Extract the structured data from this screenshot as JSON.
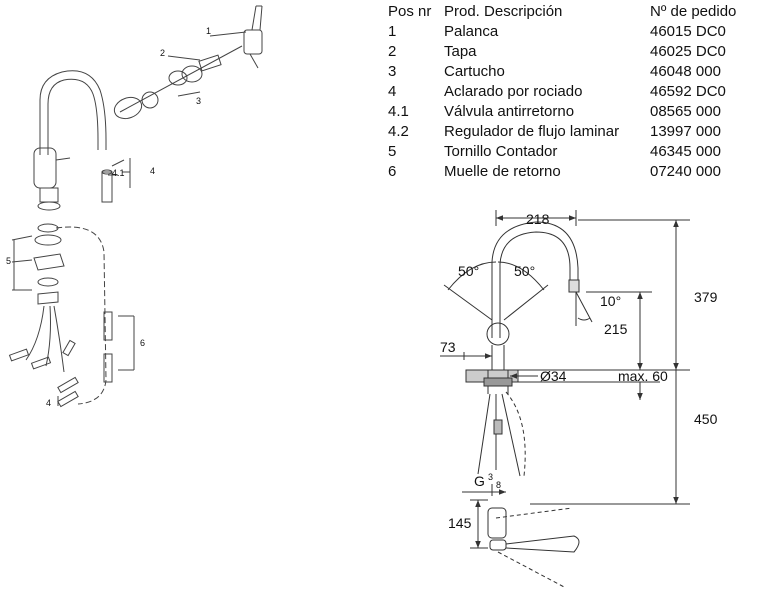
{
  "parts_table": {
    "headers": {
      "pos": "Pos nr",
      "desc": "Prod. Descripción",
      "num": "Nº de pedido"
    },
    "rows": [
      {
        "pos": "1",
        "desc": "Palanca",
        "num": "46015 DC0"
      },
      {
        "pos": "2",
        "desc": "Tapa",
        "num": "46025 DC0"
      },
      {
        "pos": "3",
        "desc": "Cartucho",
        "num": "46048 000"
      },
      {
        "pos": "4",
        "desc": "Aclarado por rociado",
        "num": "46592 DC0"
      },
      {
        "pos": "4.1",
        "desc": "Válvula antirretorno",
        "num": "08565 000"
      },
      {
        "pos": "4.2",
        "desc": "Regulador de flujo laminar",
        "num": "13997 000"
      },
      {
        "pos": "5",
        "desc": "Tornillo Contador",
        "num": "46345 000"
      },
      {
        "pos": "6",
        "desc": "Muelle de retorno",
        "num": "07240 000"
      }
    ]
  },
  "exploded_view": {
    "callouts": {
      "c1": "1",
      "c2": "2",
      "c3": "3",
      "c4": "4",
      "c41": "4.1",
      "c5": "5",
      "c6": "6",
      "c4b": "4"
    }
  },
  "dimension_drawing": {
    "labels": {
      "d218": "218",
      "d379": "379",
      "d215": "215",
      "d50a": "50°",
      "d50b": "50°",
      "d10": "10°",
      "d73": "73",
      "d34": "Ø34",
      "dmax60": "max. 60",
      "d450": "450",
      "d145": "145",
      "thread_main": "G",
      "thread_frac_num": "3",
      "thread_frac_den": "8"
    }
  },
  "colors": {
    "line": "#3a3a3a",
    "text": "#111111",
    "background": "#ffffff"
  }
}
